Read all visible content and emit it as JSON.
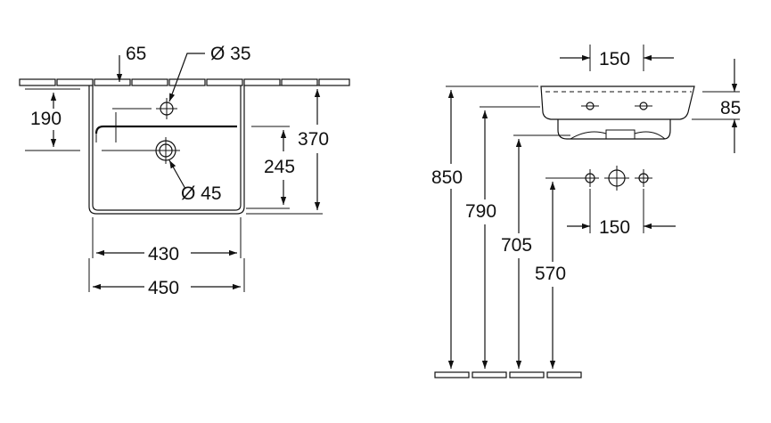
{
  "top_view": {
    "tap_offset": "65",
    "tap_hole_diameter": "Ø 35",
    "depth_to_tap": "190",
    "depth_to_drain": "245",
    "total_depth": "370",
    "drain_diameter": "Ø 45",
    "inner_width": "430",
    "total_width": "450"
  },
  "side_view": {
    "top_spacing": "150",
    "height_bowl": "85",
    "height_rim": "850",
    "height_underside": "790",
    "height_waste": "705",
    "height_supply": "570",
    "supply_spacing": "150"
  }
}
